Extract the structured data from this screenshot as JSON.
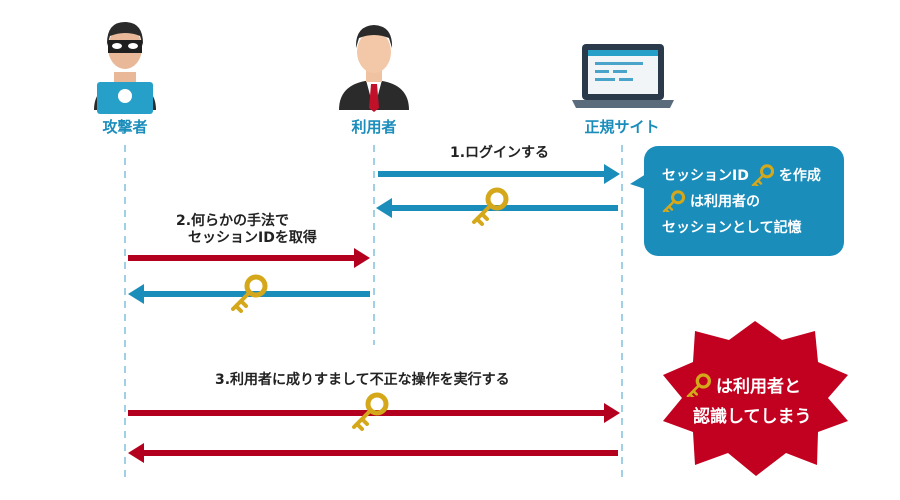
{
  "colors": {
    "blue": "#1a8dbb",
    "red": "#b3001e",
    "key": "#d4a81a",
    "lifeline": "#9fd0e6",
    "actor_label": "#1a8dbb"
  },
  "actors": [
    {
      "label": "攻撃者",
      "icon": "attacker-icon"
    },
    {
      "label": "利用者",
      "icon": "user-icon"
    },
    {
      "label": "正規サイト",
      "icon": "laptop-icon"
    }
  ],
  "steps": {
    "step1": "1.ログインする",
    "step2_line1": "2.何らかの手法で",
    "step2_line2": "セッションIDを取得",
    "step3": "3.利用者に成りすまして不正な操作を実行する"
  },
  "bubble": {
    "line1_a": "セッションID",
    "line1_b": "を作成",
    "line2": "は利用者の",
    "line3": "セッションとして記憶"
  },
  "burst": {
    "line1": "は利用者と",
    "line2": "認識してしまう"
  }
}
